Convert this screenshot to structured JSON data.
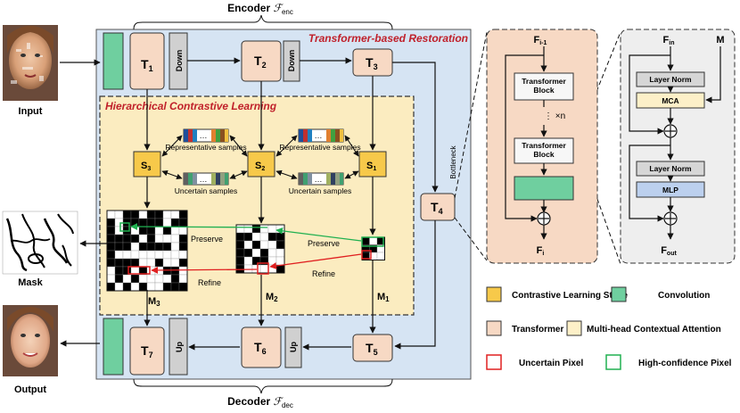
{
  "labels": {
    "encoder": "Encoder",
    "encoder_sub": "enc",
    "decoder": "Decoder",
    "decoder_sub": "dec",
    "restoration": "Transformer-based Restoration",
    "hcl": "Hierarchical Contrastive Learning",
    "input": "Input",
    "mask": "Mask",
    "output": "Output",
    "bottleneck": "Bottleneck",
    "down": "Down",
    "up": "Up",
    "representative_samples": "Representative samples",
    "uncertain_samples": "Uncertain samples",
    "preserve": "Preserve",
    "refine": "Refine",
    "ellipsis": "…"
  },
  "blocks": {
    "T1": "T",
    "T1_sub": "1",
    "T2": "T",
    "T2_sub": "2",
    "T3": "T",
    "T3_sub": "3",
    "T4": "T",
    "T4_sub": "4",
    "T5": "T",
    "T5_sub": "5",
    "T6": "T",
    "T6_sub": "6",
    "T7": "T",
    "T7_sub": "7",
    "S1": "S",
    "S1_sub": "1",
    "S2": "S",
    "S2_sub": "2",
    "S3": "S",
    "S3_sub": "3",
    "M1": "M",
    "M1_sub": "1",
    "M2": "M",
    "M2_sub": "2",
    "M3": "M",
    "M3_sub": "3"
  },
  "detail_transformer": {
    "input": "F",
    "input_sub": "i-1",
    "block1": "Transformer Block",
    "repeat": "⋮ ×n",
    "block2": "Transformer Block",
    "output": "F",
    "output_sub": "i"
  },
  "detail_block": {
    "input_f": "F",
    "input_f_sub": "in",
    "input_m": "M",
    "layer_norm_1": "Layer Norm",
    "mca": "MCA",
    "layer_norm_2": "Layer Norm",
    "mlp": "MLP",
    "output": "F",
    "output_sub": "out"
  },
  "legend": [
    {
      "label": "Contrastive Learning Stage",
      "color": "#f7c94a",
      "border": "#333333"
    },
    {
      "label": "Convolution",
      "color": "#6fcf9f",
      "border": "#333333"
    },
    {
      "label": "Transformer",
      "color": "#f7d9c4",
      "border": "#333333"
    },
    {
      "label": "Multi-head Contextual Attention",
      "color": "#fdf0c8",
      "border": "#333333"
    },
    {
      "label": "Uncertain Pixel",
      "color": "#ffffff",
      "border": "#e02020"
    },
    {
      "label": "High-confidence Pixel",
      "color": "#ffffff",
      "border": "#20b050"
    }
  ],
  "colors": {
    "restoration_bg": "#d6e4f3",
    "hcl_bg": "#fbecc0",
    "transformer": "#f7d9c4",
    "conv": "#6fcf9f",
    "stage": "#f7c94a",
    "gray_box": "#d0d0d0",
    "mca": "#fdf0c8",
    "mlp": "#bcd0ee",
    "title_red": "#c0202a",
    "refine_red": "#e02020",
    "preserve_green": "#20b050"
  }
}
